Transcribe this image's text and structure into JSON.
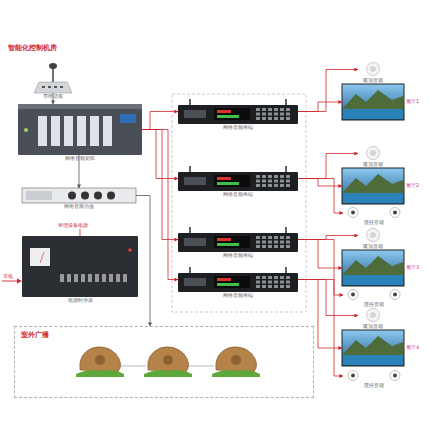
{
  "diagram": {
    "title": "智能化控制机房",
    "nodes": [
      {
        "text": [
          "寻呼话筒"
        ]
      },
      {
        "text": [
          "网络音频矩阵"
        ]
      },
      {
        "text": [
          "网络音频功放"
        ]
      },
      {
        "text": [
          "电源时序器"
        ]
      },
      {
        "text": [
          "网络音频终端"
        ]
      },
      {
        "text": [
          "网络音频终端"
        ]
      },
      {
        "text": [
          "网络音频终端"
        ]
      },
      {
        "text": [
          "网络音频终端"
        ]
      },
      {
        "text": [
          "展厅1"
        ]
      },
      {
        "text": [
          "展厅2"
        ]
      },
      {
        "text": [
          "展厅3"
        ]
      },
      {
        "text": [
          "展厅4"
        ]
      },
      {
        "text": [
          "吸顶音箱"
        ]
      },
      {
        "text": [
          "吸顶音箱"
        ]
      },
      {
        "text": [
          "吸顶音箱"
        ]
      },
      {
        "text": [
          "吸顶音箱"
        ]
      },
      {
        "text": [
          "壁挂音箱"
        ]
      },
      {
        "text": [
          "壁挂音箱"
        ]
      },
      {
        "text": [
          "壁挂音箱"
        ]
      },
      {
        "text": [
          "室外广播"
        ]
      }
    ],
    "edges": [
      {
        "from": 0,
        "to": 1,
        "arrow": "to"
      },
      {
        "from": 1,
        "to": 2,
        "arrow": "to"
      },
      {
        "from": 1,
        "to": 4,
        "arrow": "to"
      },
      {
        "from": 1,
        "to": 5,
        "arrow": "to"
      },
      {
        "from": 1,
        "to": 6,
        "arrow": "to"
      },
      {
        "from": 1,
        "to": 7,
        "arrow": "to"
      },
      {
        "from": 2,
        "to": 19,
        "arrow": "to"
      },
      {
        "from": 4,
        "to": 8,
        "arrow": "to"
      },
      {
        "from": 4,
        "to": 12,
        "arrow": "to"
      },
      {
        "from": 5,
        "to": 9,
        "arrow": "to"
      },
      {
        "from": 5,
        "to": 13,
        "arrow": "to"
      },
      {
        "from": 5,
        "to": 16,
        "arrow": "to"
      },
      {
        "from": 6,
        "to": 10,
        "arrow": "to"
      },
      {
        "from": 6,
        "to": 14,
        "arrow": "to"
      },
      {
        "from": 6,
        "to": 17,
        "arrow": "to"
      },
      {
        "from": 7,
        "to": 11,
        "arrow": "to"
      },
      {
        "from": 7,
        "to": 15,
        "arrow": "to"
      },
      {
        "from": 7,
        "to": 18,
        "arrow": "to"
      }
    ],
    "labels": [
      "管理设备电源",
      "市电"
    ]
  }
}
